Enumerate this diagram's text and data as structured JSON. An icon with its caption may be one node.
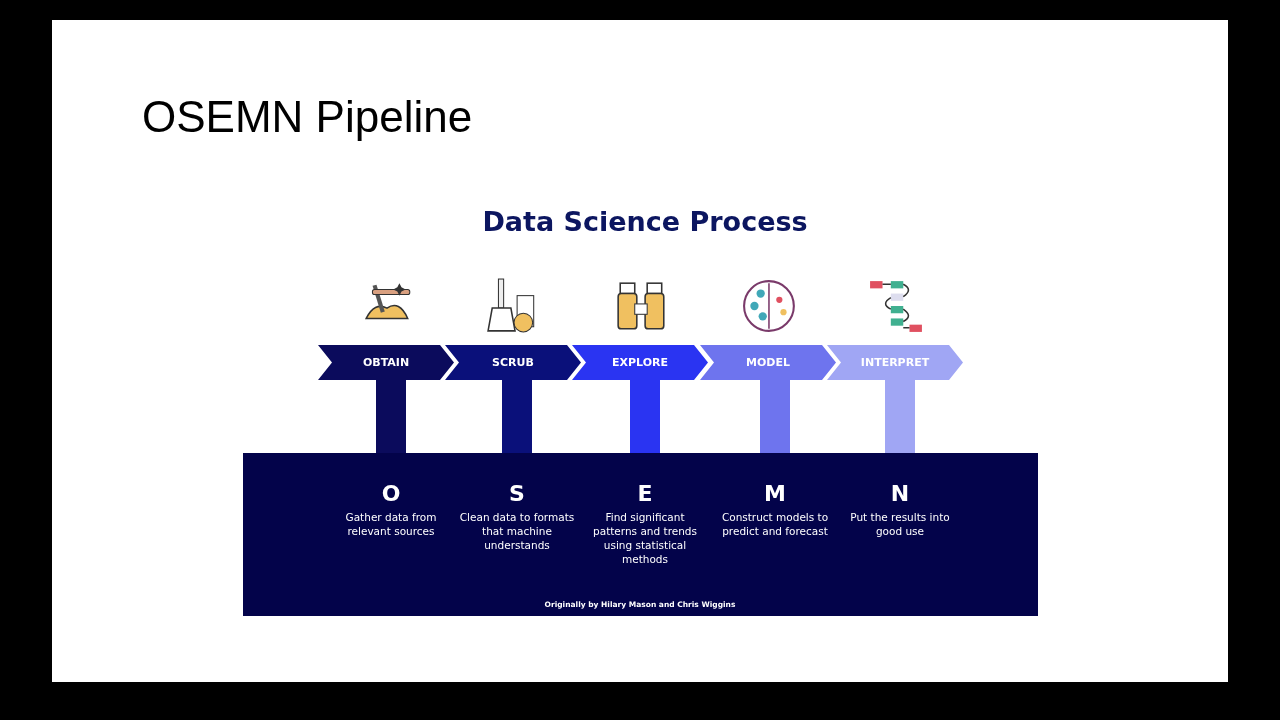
{
  "diagram": {
    "title": "OSEMN Pipeline",
    "nodes": [
      {
        "text": [
          "OBTAIN"
        ]
      },
      {
        "text": [
          "SCRUB"
        ]
      },
      {
        "text": [
          "EXPLORE"
        ]
      },
      {
        "text": [
          "MODEL"
        ]
      },
      {
        "text": [
          "INTERPRET"
        ]
      },
      {
        "text": [],
        "shape": "box"
      },
      {
        "text": [
          "O",
          "Gather data from relevant sources"
        ],
        "in": 5
      },
      {
        "text": [
          "S",
          "Clean data to formats that machine understands"
        ],
        "in": 5
      },
      {
        "text": [
          "E",
          "Find significant patterns and trends using statistical methods"
        ],
        "in": 5
      },
      {
        "text": [
          "M",
          "Construct models to predict and forecast"
        ],
        "in": 5
      },
      {
        "text": [
          "N",
          "Put the results into good use"
        ],
        "in": 5
      }
    ],
    "edges": [
      {
        "from": 0,
        "to": 6,
        "arrow": "none",
        "color": "#0b0b5c"
      },
      {
        "from": 1,
        "to": 7,
        "arrow": "none",
        "color": "#0a107a"
      },
      {
        "from": 2,
        "to": 8,
        "arrow": "none",
        "color": "#2a34f2"
      },
      {
        "from": 3,
        "to": 9,
        "arrow": "none",
        "color": "#6e74ee"
      },
      {
        "from": 4,
        "to": 10,
        "arrow": "none",
        "color": "#a0a6f4"
      }
    ],
    "labels": [
      "Data Science Process",
      "Originally by Hilary Mason and Chris Wiggins"
    ]
  }
}
